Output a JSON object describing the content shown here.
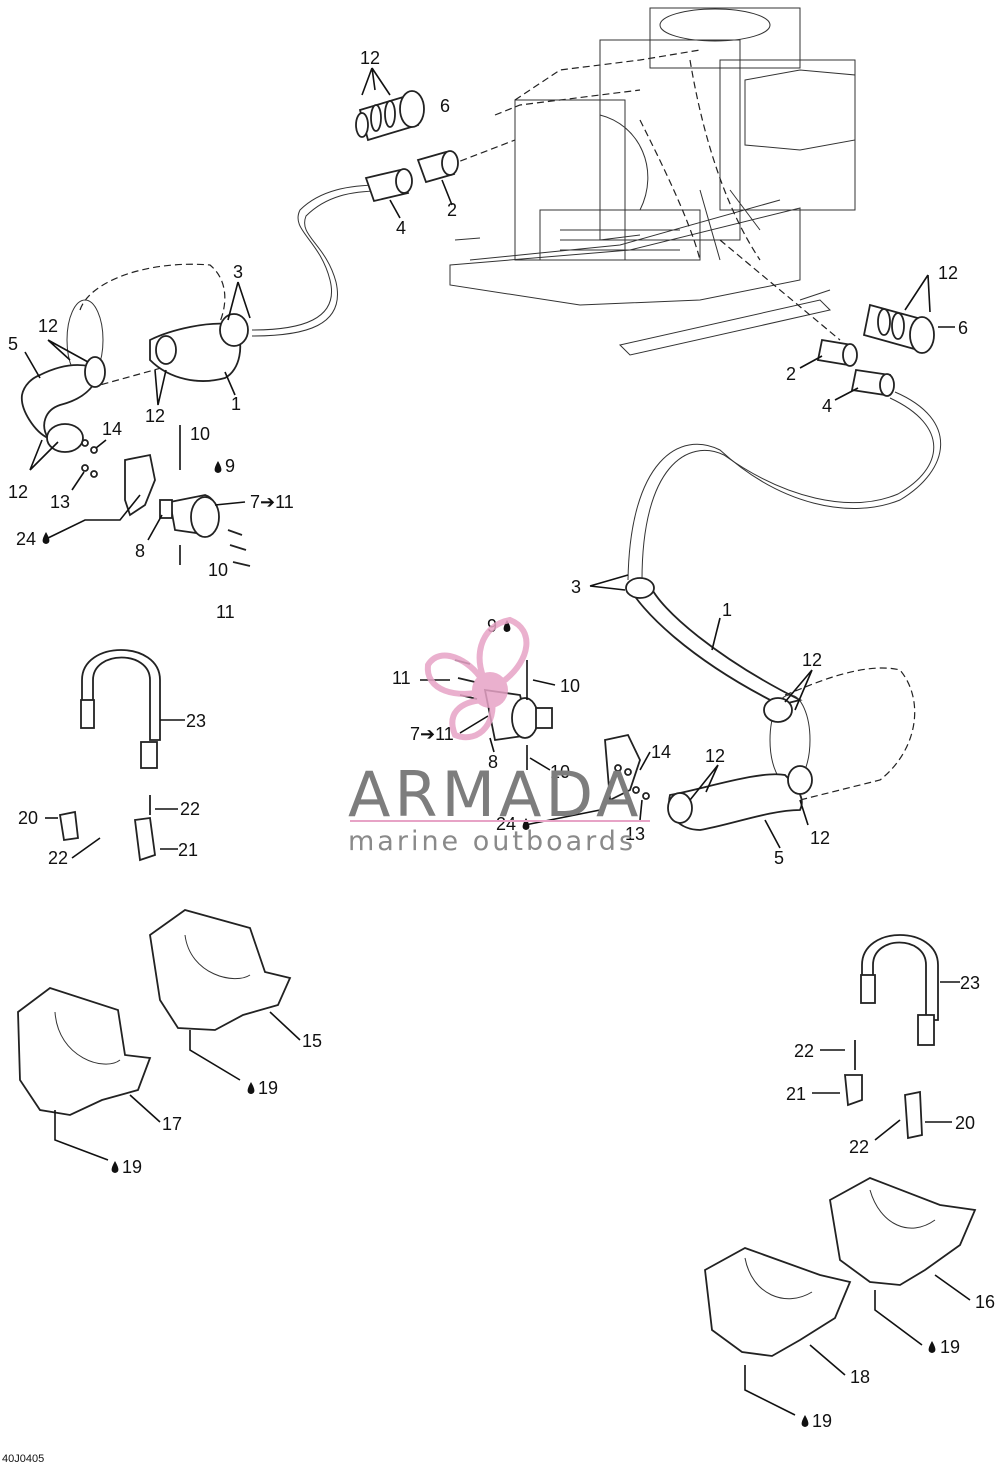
{
  "labels": {
    "p1": "1",
    "p2": "2",
    "p3": "3",
    "p4": "4",
    "p5": "5",
    "p6": "6",
    "p7_11": "7➔11",
    "p8": "8",
    "p9": "9",
    "p10": "10",
    "p11": "11",
    "p12": "12",
    "p13": "13",
    "p14": "14",
    "p15": "15",
    "p16": "16",
    "p17": "17",
    "p18": "18",
    "p19": "19",
    "p20": "20",
    "p21": "21",
    "p22": "22",
    "p23": "23",
    "p24": "24"
  },
  "watermark": {
    "brand": "ARMADA",
    "tagline": "marine outboards",
    "accent_color": "#e7a3c6"
  },
  "doc_ref": "40J0405",
  "icons": {
    "drop": "oil-drop-icon"
  }
}
